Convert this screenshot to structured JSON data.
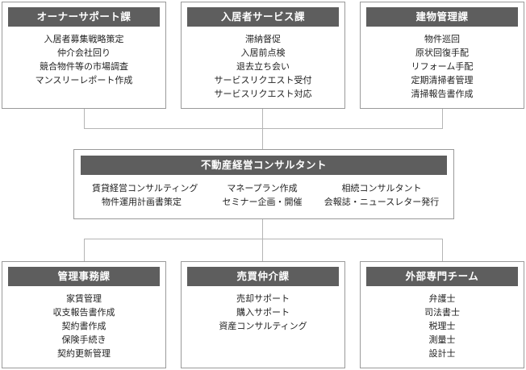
{
  "top_boxes": [
    {
      "title": "オーナーサポート課",
      "items": [
        "入居者募集戦略策定",
        "仲介会社回り",
        "競合物件等の市場調査",
        "マンスリーレポート作成"
      ]
    },
    {
      "title": "入居者サービス課",
      "items": [
        "滞納督促",
        "入居前点検",
        "退去立ち会い",
        "サービスリクエスト受付",
        "サービスリクエスト対応"
      ]
    },
    {
      "title": "建物管理課",
      "items": [
        "物件巡回",
        "原状回復手配",
        "リフォーム手配",
        "定期清掃者管理",
        "清掃報告書作成"
      ]
    }
  ],
  "center": {
    "title": "不動産経営コンサルタント",
    "col1": [
      "賃貸経営コンサルティング",
      "物件運用計画書策定"
    ],
    "col2": [
      "マネープラン作成",
      "セミナー企画・開催"
    ],
    "col3": [
      "相続コンサルタント",
      "会報誌・ニュースレター発行"
    ]
  },
  "bottom_boxes": [
    {
      "title": "管理事務課",
      "items": [
        "家賃管理",
        "収支報告書作成",
        "契約書作成",
        "保険手続き",
        "契約更新管理"
      ]
    },
    {
      "title": "売買仲介課",
      "items": [
        "売却サポート",
        "購入サポート",
        "資産コンサルティング"
      ]
    },
    {
      "title": "外部専門チーム",
      "items": [
        "弁護士",
        "司法書士",
        "税理士",
        "測量士",
        "設計士"
      ]
    }
  ]
}
